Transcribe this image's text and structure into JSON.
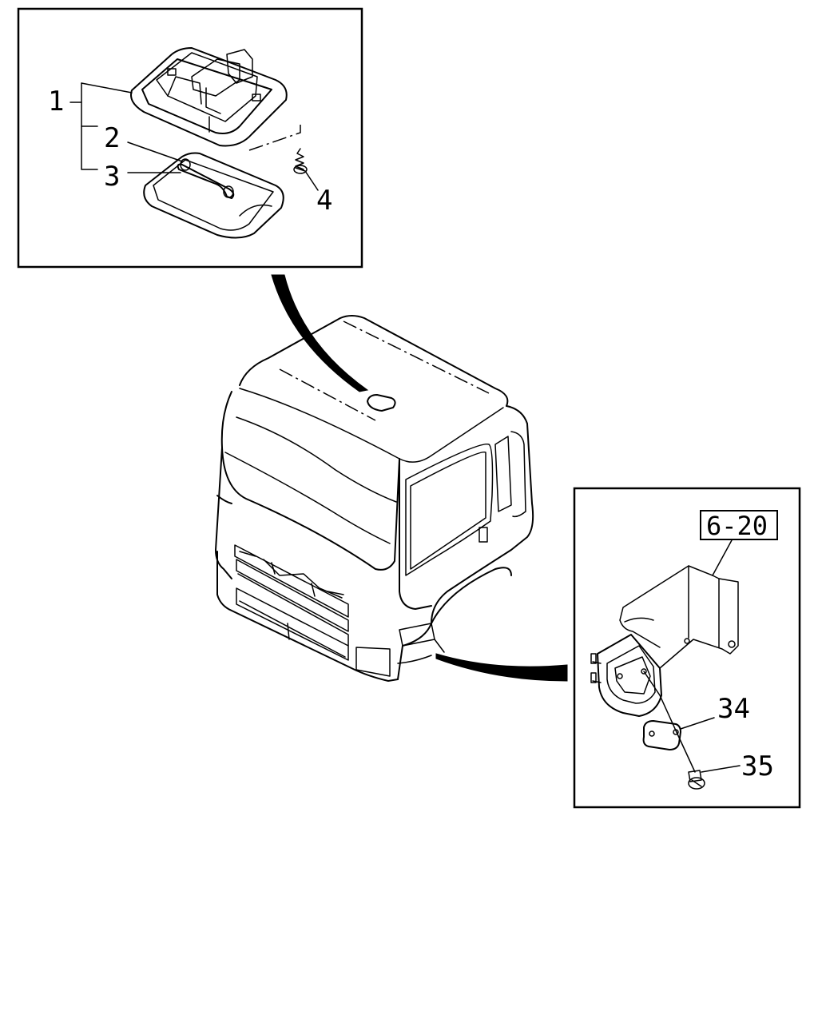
{
  "callouts": {
    "c1": "1",
    "c2": "2",
    "c3": "3",
    "c4": "4",
    "c34": "34",
    "c35": "35"
  },
  "reference": "6-20"
}
